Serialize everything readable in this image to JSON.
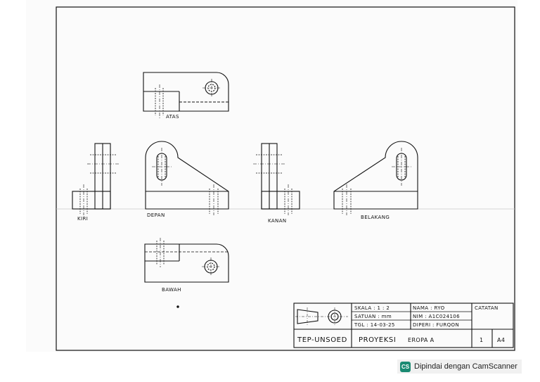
{
  "views": {
    "top": "ATAS",
    "left": "KIRI",
    "front": "DEPAN",
    "right": "KANAN",
    "back": "BELAKANG",
    "bottom": "BAWAH"
  },
  "title_block": {
    "scale": "SKALA : 1 : 2",
    "unit": "SATUAN : mm",
    "date": "TGL : 14-03-25",
    "name": "NAMA : RYO",
    "nim": "NIM : A1C024106",
    "checked": "DIPERI : FURQON",
    "notes": "CATATAN",
    "institution": "TEP-UNSOED",
    "projection": "PROYEKSI",
    "projection_type": "EROPA A",
    "sheet_number": "1",
    "paper_size": "A4"
  },
  "watermark": {
    "logo": "CS",
    "text": "Dipindai dengan CamScanner"
  }
}
